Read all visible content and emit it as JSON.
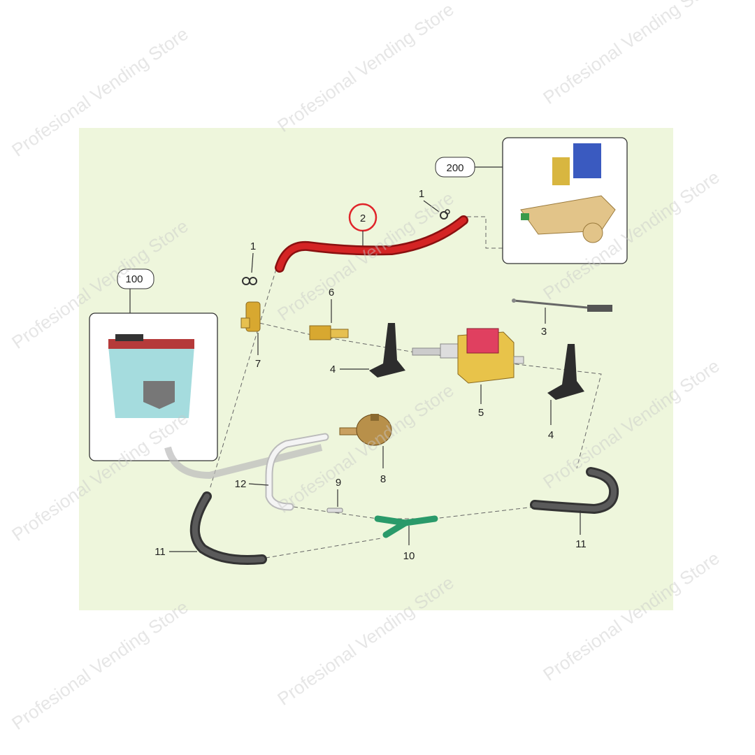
{
  "callouts": {
    "assembly_200": "200",
    "clip_1_top": "1",
    "hose_2": "2",
    "clip_1_left": "1",
    "tank_100": "100",
    "fitting_6": "6",
    "rod_3": "3",
    "fitting_7": "7",
    "bracket_4_left": "4",
    "pump_5": "5",
    "bracket_4_right": "4",
    "valve_8": "8",
    "hose_12": "12",
    "pin_9": "9",
    "hose_11_left": "11",
    "connector_10": "10",
    "hose_11_right": "11"
  },
  "highlighted_part": "2",
  "watermark": "Profesional Vending Store",
  "colors": {
    "panel": "#eef6dc",
    "highlight": "#e0242a",
    "hose_red": "#c81e1e",
    "pump_yellow": "#e8c34a",
    "tank_cyan": "#8fd3d6"
  }
}
